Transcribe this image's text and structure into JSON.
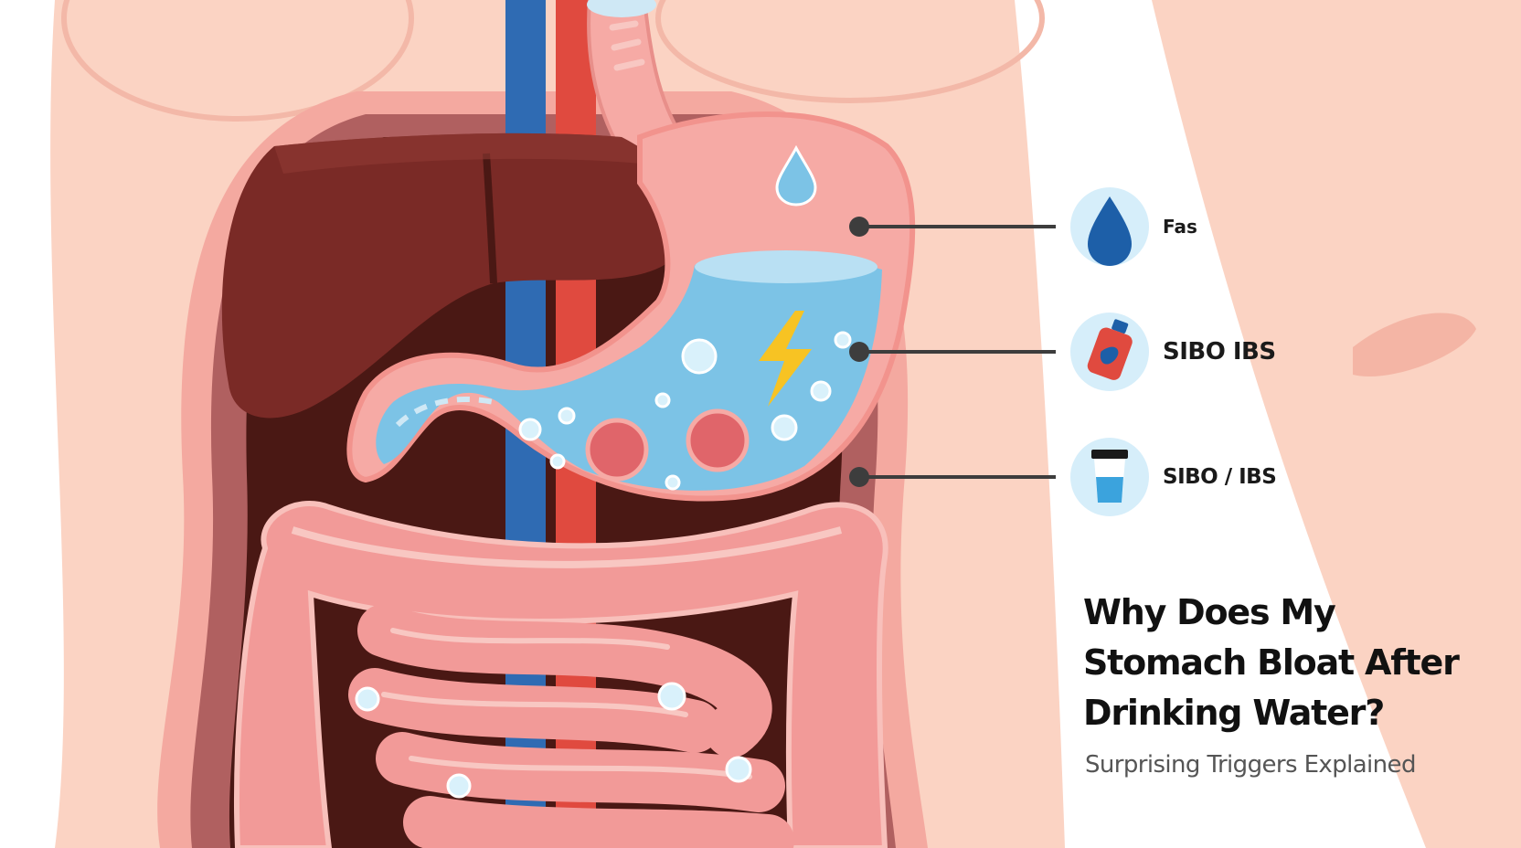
{
  "callouts": [
    {
      "label": "Fas",
      "icon": "water-drop-icon"
    },
    {
      "label": "SIBO IBS",
      "icon": "bottle-icon"
    },
    {
      "label": "SIBO / IBS",
      "icon": "cup-icon"
    }
  ],
  "heading": {
    "title": "Why Does My Stomach Bloat After Drinking Water?",
    "subtitle": "Surprising Triggers Explained"
  },
  "colors": {
    "skin": "#fbd3c3",
    "body_outline": "#f4a9a0",
    "cavity": "#b06060",
    "liver": "#7a2a26",
    "stomach": "#f6aaa5",
    "water": "#7cc3e6",
    "intestine": "#f29a98",
    "vein": "#2f6bb3",
    "artery": "#e04a3f",
    "icon_circle": "#d6eefa",
    "icon_blue": "#1d5fa8"
  }
}
